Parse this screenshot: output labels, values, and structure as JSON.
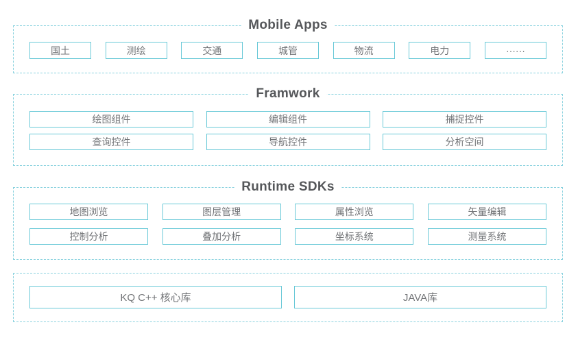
{
  "diagram": {
    "mobile_apps": {
      "title": "Mobile Apps",
      "items": [
        "国土",
        "测绘",
        "交通",
        "城管",
        "物流",
        "电力",
        "······"
      ]
    },
    "framework": {
      "title": "Framwork",
      "rows": [
        [
          "绘图组件",
          "编辑组件",
          "捕捉控件"
        ],
        [
          "查询控件",
          "导航控件",
          "分析空间"
        ]
      ]
    },
    "runtime_sdks": {
      "title": "Runtime SDKs",
      "rows": [
        [
          "地图浏览",
          "图层管理",
          "属性浏览",
          "矢量编辑"
        ],
        [
          "控制分析",
          "叠加分析",
          "坐标系统",
          "测量系统"
        ]
      ]
    },
    "libraries": {
      "items": [
        "KQ C++ 核心库",
        "JAVA库"
      ]
    }
  },
  "colors": {
    "background": "#ffffff",
    "dashed_border": "#87d1de",
    "box_border": "#67c8d7",
    "title_text": "#55575a",
    "box_text": "#737578"
  }
}
